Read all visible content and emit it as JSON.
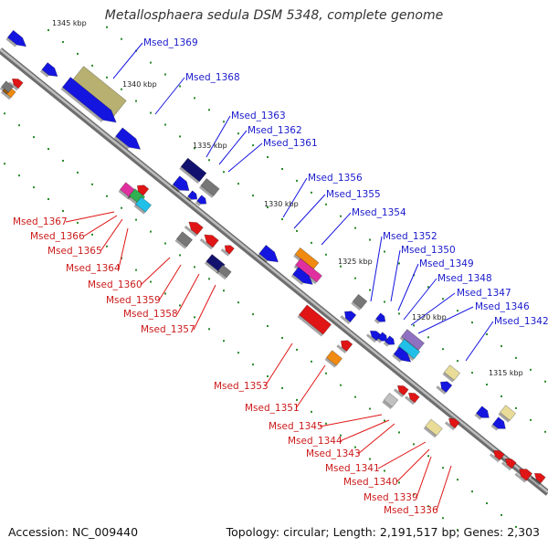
{
  "title": "Metallosphaera sedula DSM 5348, complete genome",
  "accession": "Accession: NC_009440",
  "summary": "Topology: circular; Length: 2,191,517 bp; Genes: 2,303",
  "scale_labels": [
    "1345 kbp",
    "1340 kbp",
    "1335 kbp",
    "1330 kbp",
    "1325 kbp",
    "1320 kbp",
    "1315 kbp"
  ],
  "forward_labels": [
    "Msed_1369",
    "Msed_1368",
    "Msed_1363",
    "Msed_1362",
    "Msed_1361",
    "Msed_1356",
    "Msed_1355",
    "Msed_1354",
    "Msed_1352",
    "Msed_1350",
    "Msed_1349",
    "Msed_1348",
    "Msed_1347",
    "Msed_1346",
    "Msed_1342"
  ],
  "reverse_labels": [
    "Msed_1367",
    "Msed_1366",
    "Msed_1365",
    "Msed_1364",
    "Msed_1360",
    "Msed_1359",
    "Msed_1358",
    "Msed_1357",
    "Msed_1353",
    "Msed_1351",
    "Msed_1345",
    "Msed_1344",
    "Msed_1343",
    "Msed_1341",
    "Msed_1340",
    "Msed_1339",
    "Msed_1336"
  ],
  "colors": {
    "backbone": "#9a9a9a",
    "forward": "#1515e0",
    "reverse": "#e01515",
    "tick": "#2a8a2a"
  }
}
